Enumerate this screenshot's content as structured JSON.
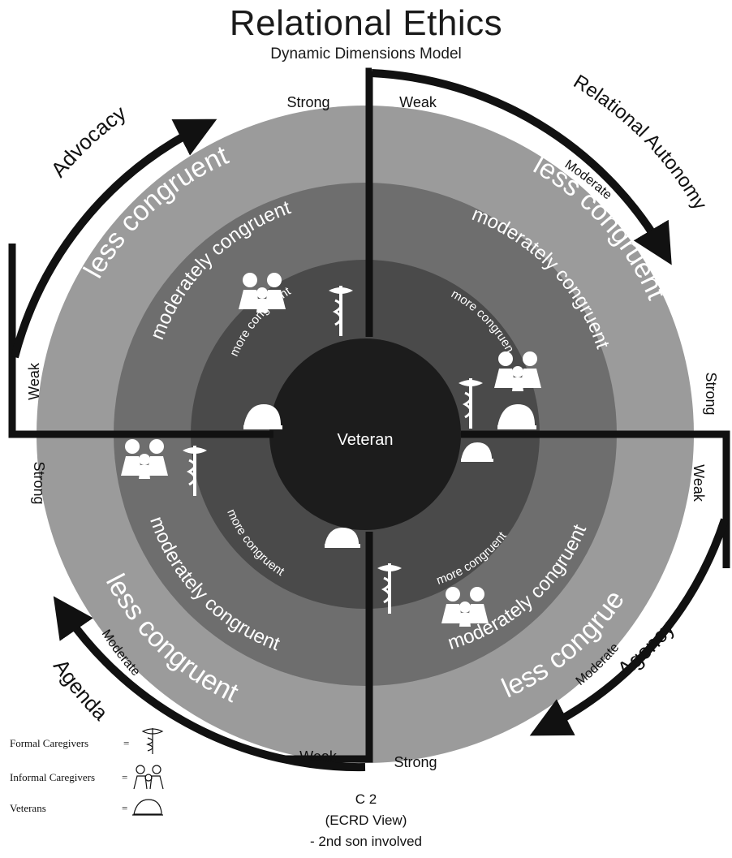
{
  "header": {
    "title": "Relational Ethics",
    "subtitle": "Dynamic Dimensions Model"
  },
  "center_label": "Veteran",
  "rings": {
    "less": "less congruent",
    "moderate": "moderately congruent",
    "more": "more congruent"
  },
  "dimensions": {
    "advocacy": "Advocacy",
    "relational_autonomy": "Relational Autonomy",
    "agency": "Agency",
    "agenda": "Agenda"
  },
  "strengths": {
    "strong": "Strong",
    "moderate": "Moderate",
    "weak": "Weak"
  },
  "legend": {
    "formal": "Formal Caregivers",
    "informal": "Informal Caregivers",
    "veterans": "Veterans",
    "equals": "="
  },
  "caption": {
    "line1": "C 2",
    "line2": "(ECRD View)",
    "line3": "- 2nd son involved"
  },
  "colors": {
    "outer_ring": "#9b9b9b",
    "middle_ring": "#6e6e6e",
    "inner_ring": "#4a4a4a",
    "core": "#1c1c1c",
    "lines": "#111111"
  }
}
